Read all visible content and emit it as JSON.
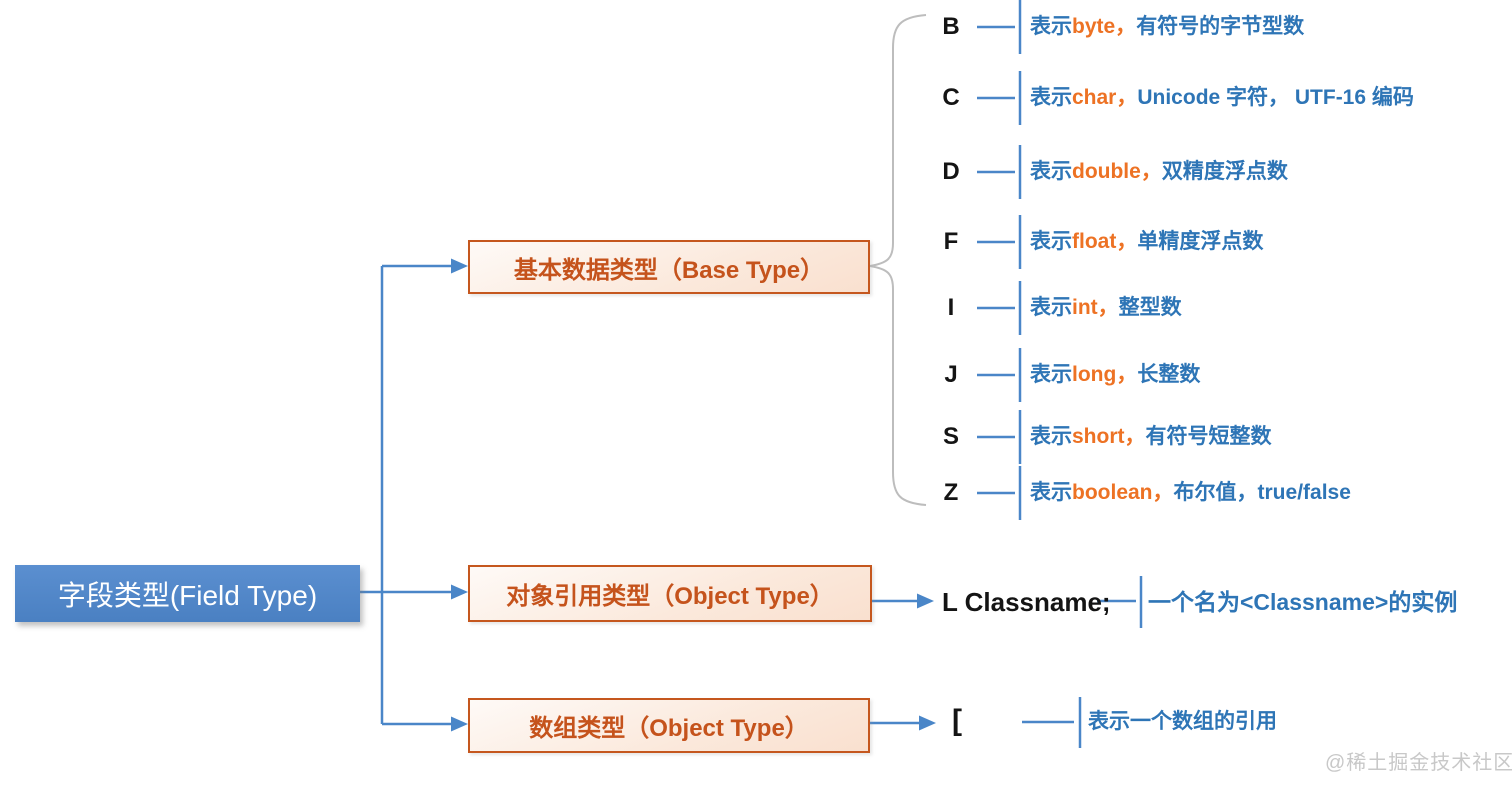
{
  "root": {
    "label": "字段类型(Field Type)"
  },
  "branches": [
    {
      "label": "基本数据类型（Base Type）"
    },
    {
      "label": "对象引用类型（Object Type）"
    },
    {
      "label": "数组类型（Object Type）"
    }
  ],
  "base_types": [
    {
      "letter": "B",
      "prefix": "表示",
      "keyword": "byte，",
      "desc": "有符号的字节型数"
    },
    {
      "letter": "C",
      "prefix": "表示",
      "keyword": "char，",
      "desc": "Unicode 字符， UTF-16 编码"
    },
    {
      "letter": "D",
      "prefix": "表示",
      "keyword": "double，",
      "desc": "双精度浮点数"
    },
    {
      "letter": "F",
      "prefix": "表示",
      "keyword": "float，",
      "desc": "单精度浮点数"
    },
    {
      "letter": "I",
      "prefix": "表示",
      "keyword": "int，",
      "desc": "整型数"
    },
    {
      "letter": "J",
      "prefix": "表示",
      "keyword": "long，",
      "desc": "长整数"
    },
    {
      "letter": "S",
      "prefix": "表示",
      "keyword": "short，",
      "desc": "有符号短整数"
    },
    {
      "letter": "Z",
      "prefix": "表示",
      "keyword": "boolean，",
      "desc": "布尔值，true/false"
    }
  ],
  "object_type": {
    "code": "L Classname;",
    "desc": "一个名为<Classname>的实例"
  },
  "array_type": {
    "code": "[",
    "desc": "表示一个数组的引用"
  },
  "watermark": "@稀土掘金技术社区",
  "colors": {
    "line_blue": "#4a86c8",
    "text_blue": "#2e75b6",
    "keyword_orange": "#ed7224",
    "box_orange": "#c5571e",
    "root_blue": "#4a80c2",
    "brace_gray": "#bdbdbd",
    "watermark_gray": "#c8c8c8"
  }
}
